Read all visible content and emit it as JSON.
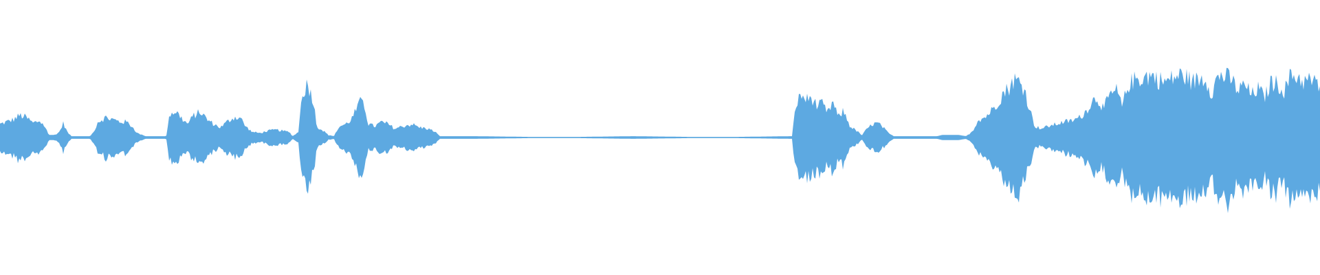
{
  "waveform": {
    "color": "#5DA9E1",
    "background": "#FFFFFF",
    "duration_fraction_points": [
      [
        0.0,
        0.12
      ],
      [
        0.005,
        0.14
      ],
      [
        0.01,
        0.16
      ],
      [
        0.015,
        0.2
      ],
      [
        0.02,
        0.18
      ],
      [
        0.025,
        0.13
      ],
      [
        0.03,
        0.15
      ],
      [
        0.034,
        0.1
      ],
      [
        0.037,
        0.02
      ],
      [
        0.041,
        0.02
      ],
      [
        0.045,
        0.05
      ],
      [
        0.048,
        0.13
      ],
      [
        0.051,
        0.05
      ],
      [
        0.054,
        0.01
      ],
      [
        0.068,
        0.01
      ],
      [
        0.071,
        0.05
      ],
      [
        0.074,
        0.14
      ],
      [
        0.08,
        0.18
      ],
      [
        0.086,
        0.16
      ],
      [
        0.091,
        0.14
      ],
      [
        0.096,
        0.14
      ],
      [
        0.1,
        0.1
      ],
      [
        0.104,
        0.04
      ],
      [
        0.11,
        0.01
      ],
      [
        0.126,
        0.01
      ],
      [
        0.128,
        0.2
      ],
      [
        0.133,
        0.24
      ],
      [
        0.137,
        0.18
      ],
      [
        0.142,
        0.12
      ],
      [
        0.147,
        0.2
      ],
      [
        0.152,
        0.23
      ],
      [
        0.157,
        0.16
      ],
      [
        0.162,
        0.12
      ],
      [
        0.167,
        0.09
      ],
      [
        0.172,
        0.14
      ],
      [
        0.177,
        0.18
      ],
      [
        0.182,
        0.18
      ],
      [
        0.186,
        0.1
      ],
      [
        0.191,
        0.05
      ],
      [
        0.197,
        0.04
      ],
      [
        0.203,
        0.06
      ],
      [
        0.209,
        0.07
      ],
      [
        0.214,
        0.06
      ],
      [
        0.219,
        0.05
      ],
      [
        0.222,
        0.01
      ],
      [
        0.226,
        0.05
      ],
      [
        0.229,
        0.4
      ],
      [
        0.233,
        0.48
      ],
      [
        0.237,
        0.36
      ],
      [
        0.24,
        0.1
      ],
      [
        0.245,
        0.06
      ],
      [
        0.249,
        0.02
      ],
      [
        0.253,
        0.01
      ],
      [
        0.257,
        0.1
      ],
      [
        0.262,
        0.12
      ],
      [
        0.266,
        0.16
      ],
      [
        0.27,
        0.25
      ],
      [
        0.275,
        0.36
      ],
      [
        0.279,
        0.12
      ],
      [
        0.284,
        0.1
      ],
      [
        0.289,
        0.14
      ],
      [
        0.294,
        0.12
      ],
      [
        0.299,
        0.08
      ],
      [
        0.305,
        0.1
      ],
      [
        0.312,
        0.12
      ],
      [
        0.318,
        0.09
      ],
      [
        0.324,
        0.08
      ],
      [
        0.33,
        0.05
      ],
      [
        0.333,
        0.01
      ],
      [
        0.36,
        0.01
      ],
      [
        0.4,
        0.005
      ],
      [
        0.44,
        0.005
      ],
      [
        0.48,
        0.01
      ],
      [
        0.52,
        0.005
      ],
      [
        0.56,
        0.005
      ],
      [
        0.6,
        0.01
      ],
      [
        0.603,
        0.3
      ],
      [
        0.607,
        0.38
      ],
      [
        0.611,
        0.34
      ],
      [
        0.615,
        0.36
      ],
      [
        0.619,
        0.28
      ],
      [
        0.623,
        0.3
      ],
      [
        0.627,
        0.22
      ],
      [
        0.631,
        0.32
      ],
      [
        0.635,
        0.18
      ],
      [
        0.639,
        0.24
      ],
      [
        0.644,
        0.1
      ],
      [
        0.649,
        0.06
      ],
      [
        0.653,
        0.02
      ],
      [
        0.657,
        0.08
      ],
      [
        0.661,
        0.12
      ],
      [
        0.665,
        0.13
      ],
      [
        0.669,
        0.09
      ],
      [
        0.673,
        0.04
      ],
      [
        0.677,
        0.01
      ],
      [
        0.71,
        0.01
      ],
      [
        0.714,
        0.02
      ],
      [
        0.72,
        0.02
      ],
      [
        0.726,
        0.02
      ],
      [
        0.732,
        0.01
      ],
      [
        0.737,
        0.06
      ],
      [
        0.741,
        0.16
      ],
      [
        0.746,
        0.18
      ],
      [
        0.751,
        0.24
      ],
      [
        0.756,
        0.32
      ],
      [
        0.76,
        0.4
      ],
      [
        0.764,
        0.44
      ],
      [
        0.768,
        0.52
      ],
      [
        0.772,
        0.5
      ],
      [
        0.776,
        0.44
      ],
      [
        0.78,
        0.26
      ],
      [
        0.784,
        0.1
      ],
      [
        0.789,
        0.08
      ],
      [
        0.794,
        0.1
      ],
      [
        0.8,
        0.12
      ],
      [
        0.806,
        0.14
      ],
      [
        0.812,
        0.15
      ],
      [
        0.818,
        0.18
      ],
      [
        0.823,
        0.24
      ],
      [
        0.827,
        0.32
      ],
      [
        0.831,
        0.36
      ],
      [
        0.836,
        0.26
      ],
      [
        0.841,
        0.38
      ],
      [
        0.846,
        0.42
      ],
      [
        0.85,
        0.28
      ],
      [
        0.855,
        0.48
      ],
      [
        0.86,
        0.52
      ],
      [
        0.866,
        0.54
      ],
      [
        0.872,
        0.56
      ],
      [
        0.878,
        0.52
      ],
      [
        0.883,
        0.5
      ],
      [
        0.888,
        0.53
      ],
      [
        0.893,
        0.56
      ],
      [
        0.898,
        0.55
      ],
      [
        0.903,
        0.5
      ],
      [
        0.908,
        0.52
      ],
      [
        0.913,
        0.54
      ],
      [
        0.918,
        0.4
      ],
      [
        0.923,
        0.56
      ],
      [
        0.928,
        0.55
      ],
      [
        0.933,
        0.52
      ],
      [
        0.938,
        0.42
      ],
      [
        0.943,
        0.48
      ],
      [
        0.948,
        0.38
      ],
      [
        0.953,
        0.44
      ],
      [
        0.958,
        0.36
      ],
      [
        0.963,
        0.5
      ],
      [
        0.968,
        0.48
      ],
      [
        0.973,
        0.42
      ],
      [
        0.978,
        0.56
      ],
      [
        0.983,
        0.55
      ],
      [
        0.988,
        0.5
      ],
      [
        0.993,
        0.52
      ],
      [
        0.997,
        0.48
      ],
      [
        1.0,
        0.46
      ]
    ]
  }
}
